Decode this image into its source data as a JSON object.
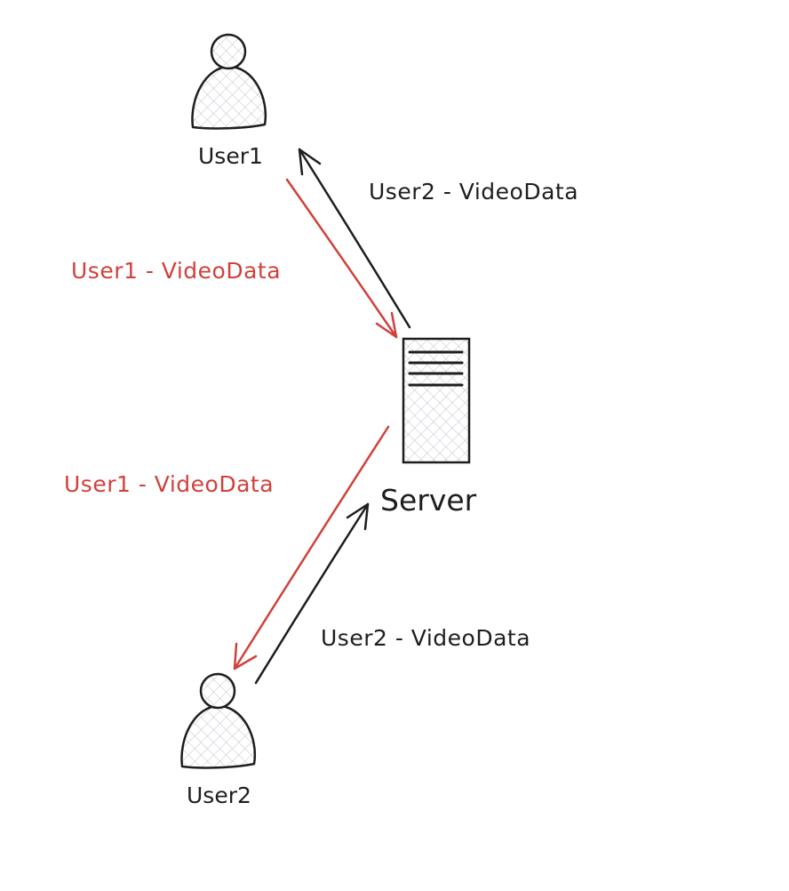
{
  "colors": {
    "ink": "#1e1e1e",
    "red": "#d0413c",
    "fill_hatch": "#c9ccd6",
    "background": "#ffffff"
  },
  "nodes": {
    "user1": {
      "label": "User1",
      "icon": "person-icon"
    },
    "server": {
      "label": "Server",
      "icon": "server-icon"
    },
    "user2": {
      "label": "User2",
      "icon": "person-icon"
    }
  },
  "edges": [
    {
      "from": "user1",
      "to": "server",
      "label": "User1 - VideoData",
      "color": "red"
    },
    {
      "from": "server",
      "to": "user1",
      "label": "User2 - VideoData",
      "color": "ink"
    },
    {
      "from": "server",
      "to": "user2",
      "label": "User1 - VideoData",
      "color": "red"
    },
    {
      "from": "user2",
      "to": "server",
      "label": "User2 - VideoData",
      "color": "ink"
    }
  ]
}
